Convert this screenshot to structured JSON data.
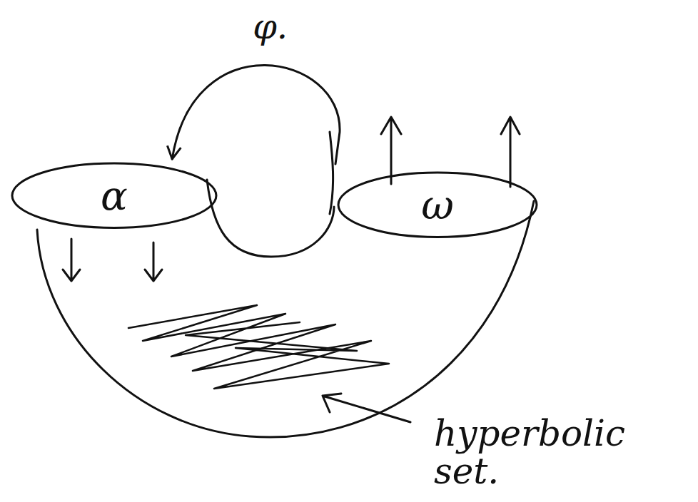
{
  "diagram": {
    "nodes": [
      {
        "text": [
          "α"
        ]
      },
      {
        "text": [
          "ω"
        ]
      }
    ],
    "edges": [
      {
        "from": 1,
        "to": 0,
        "arrow": "to",
        "label": "φ."
      }
    ],
    "labels": [
      "hyperbolic set."
    ]
  }
}
